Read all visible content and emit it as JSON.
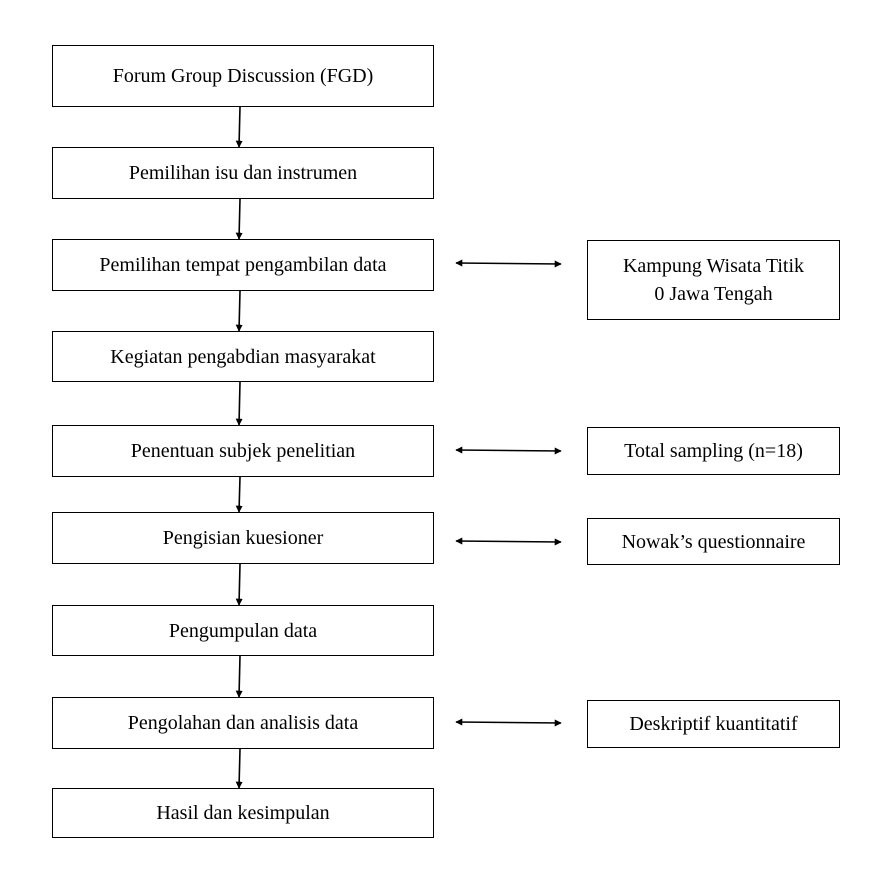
{
  "flowchart": {
    "steps": [
      {
        "label": "Forum Group Discussion (FGD)"
      },
      {
        "label": "Pemilihan isu dan instrumen"
      },
      {
        "label": "Pemilihan tempat pengambilan data"
      },
      {
        "label": "Kegiatan pengabdian masyarakat"
      },
      {
        "label": "Penentuan subjek penelitian"
      },
      {
        "label": "Pengisian kuesioner"
      },
      {
        "label": "Pengumpulan data"
      },
      {
        "label": "Pengolahan dan analisis data"
      },
      {
        "label": "Hasil dan kesimpulan"
      }
    ],
    "details": [
      {
        "step": 2,
        "lines": [
          "Kampung Wisata Titik",
          "0 Jawa Tengah"
        ]
      },
      {
        "step": 4,
        "lines": [
          "Total sampling (n=18)"
        ]
      },
      {
        "step": 5,
        "lines": [
          "Nowak’s questionnaire"
        ]
      },
      {
        "step": 7,
        "lines": [
          "Deskriptif kuantitatif"
        ]
      }
    ],
    "colors": {
      "stroke": "#000000",
      "background": "#ffffff"
    }
  }
}
